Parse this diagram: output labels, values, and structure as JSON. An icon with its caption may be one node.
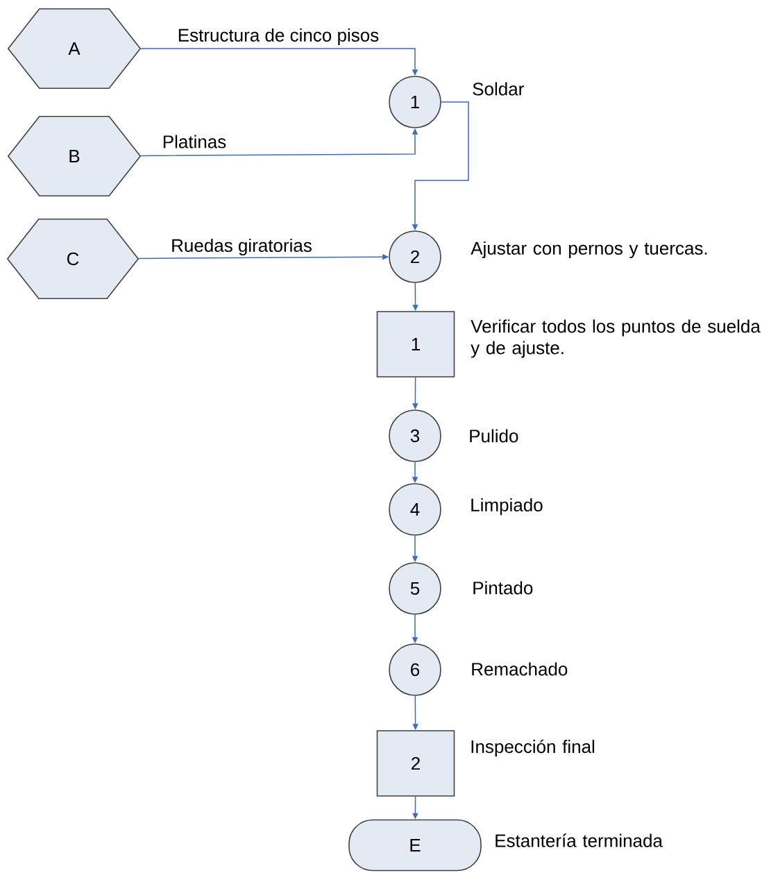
{
  "diagram": {
    "nodes": [
      {
        "text": [
          "A"
        ]
      },
      {
        "text": [
          "B"
        ]
      },
      {
        "text": [
          "C"
        ]
      },
      {
        "text": [
          "1"
        ],
        "beside": [
          "Soldar"
        ]
      },
      {
        "text": [
          "2"
        ],
        "beside": [
          "Ajustar con pernos y tuercas."
        ]
      },
      {
        "text": [
          "1"
        ],
        "beside": [
          "Verificar todos los puntos de suelda y de ajuste."
        ]
      },
      {
        "text": [
          "3"
        ],
        "beside": [
          "Pulido"
        ]
      },
      {
        "text": [
          "4"
        ],
        "beside": [
          "Limpiado"
        ]
      },
      {
        "text": [
          "5"
        ],
        "beside": [
          "Pintado"
        ]
      },
      {
        "text": [
          "6"
        ],
        "beside": [
          "Remachado"
        ]
      },
      {
        "text": [
          "2"
        ],
        "beside": [
          "Inspección final"
        ]
      },
      {
        "text": [
          "E"
        ],
        "beside": [
          "Estantería terminada"
        ]
      }
    ],
    "edges": [
      {
        "from": 0,
        "to": 3,
        "arrow": "to",
        "label": "Estructura de cinco pisos"
      },
      {
        "from": 1,
        "to": 3,
        "arrow": "to",
        "label": "Platinas"
      },
      {
        "from": 3,
        "to": 4,
        "arrow": "to"
      },
      {
        "from": 2,
        "to": 4,
        "arrow": "to",
        "label": "Ruedas giratorias"
      },
      {
        "from": 4,
        "to": 5,
        "arrow": "to"
      },
      {
        "from": 5,
        "to": 6,
        "arrow": "to"
      },
      {
        "from": 6,
        "to": 7,
        "arrow": "to"
      },
      {
        "from": 7,
        "to": 8,
        "arrow": "to"
      },
      {
        "from": 8,
        "to": 9,
        "arrow": "to"
      },
      {
        "from": 9,
        "to": 10,
        "arrow": "to"
      },
      {
        "from": 10,
        "to": 11,
        "arrow": "to"
      }
    ]
  }
}
